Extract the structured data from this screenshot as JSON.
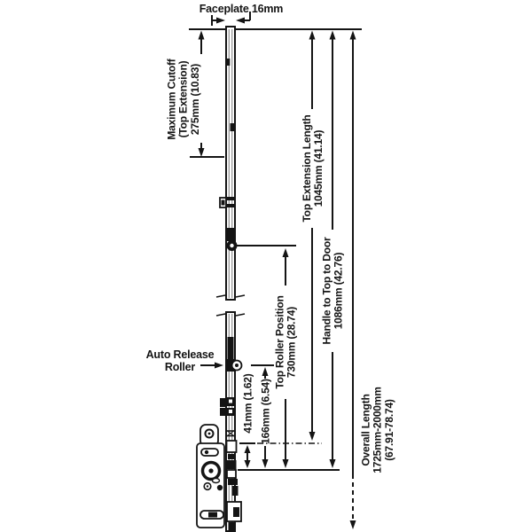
{
  "labels": {
    "faceplate_label": "Faceplate 16mm",
    "maximum_cutoff": {
      "lines": [
        "Maximum Cutoff",
        "(Top Extension)",
        "275mm (10.83)"
      ]
    },
    "top_extension_length": {
      "lines": [
        "Top Extension Length",
        "1045mm (41.14)"
      ]
    },
    "handle_to_top": {
      "lines": [
        "Handle to Top to Door",
        "1086mm (42.76)"
      ]
    },
    "top_roller_position": {
      "lines": [
        "Top Roller Position",
        "730mm (28.74)"
      ]
    },
    "overall_length": {
      "lines": [
        "Overall Length",
        "1725mm-2000mm",
        "(67.91-78.74)"
      ]
    },
    "dim_41mm": "41mm (1.62)",
    "dim_166mm": "166mm (6.54)",
    "auto_release_roller": {
      "lines": [
        "Auto Release",
        "Roller"
      ]
    }
  },
  "colors": {
    "line_color": "#141414",
    "background": "#ffffff"
  }
}
